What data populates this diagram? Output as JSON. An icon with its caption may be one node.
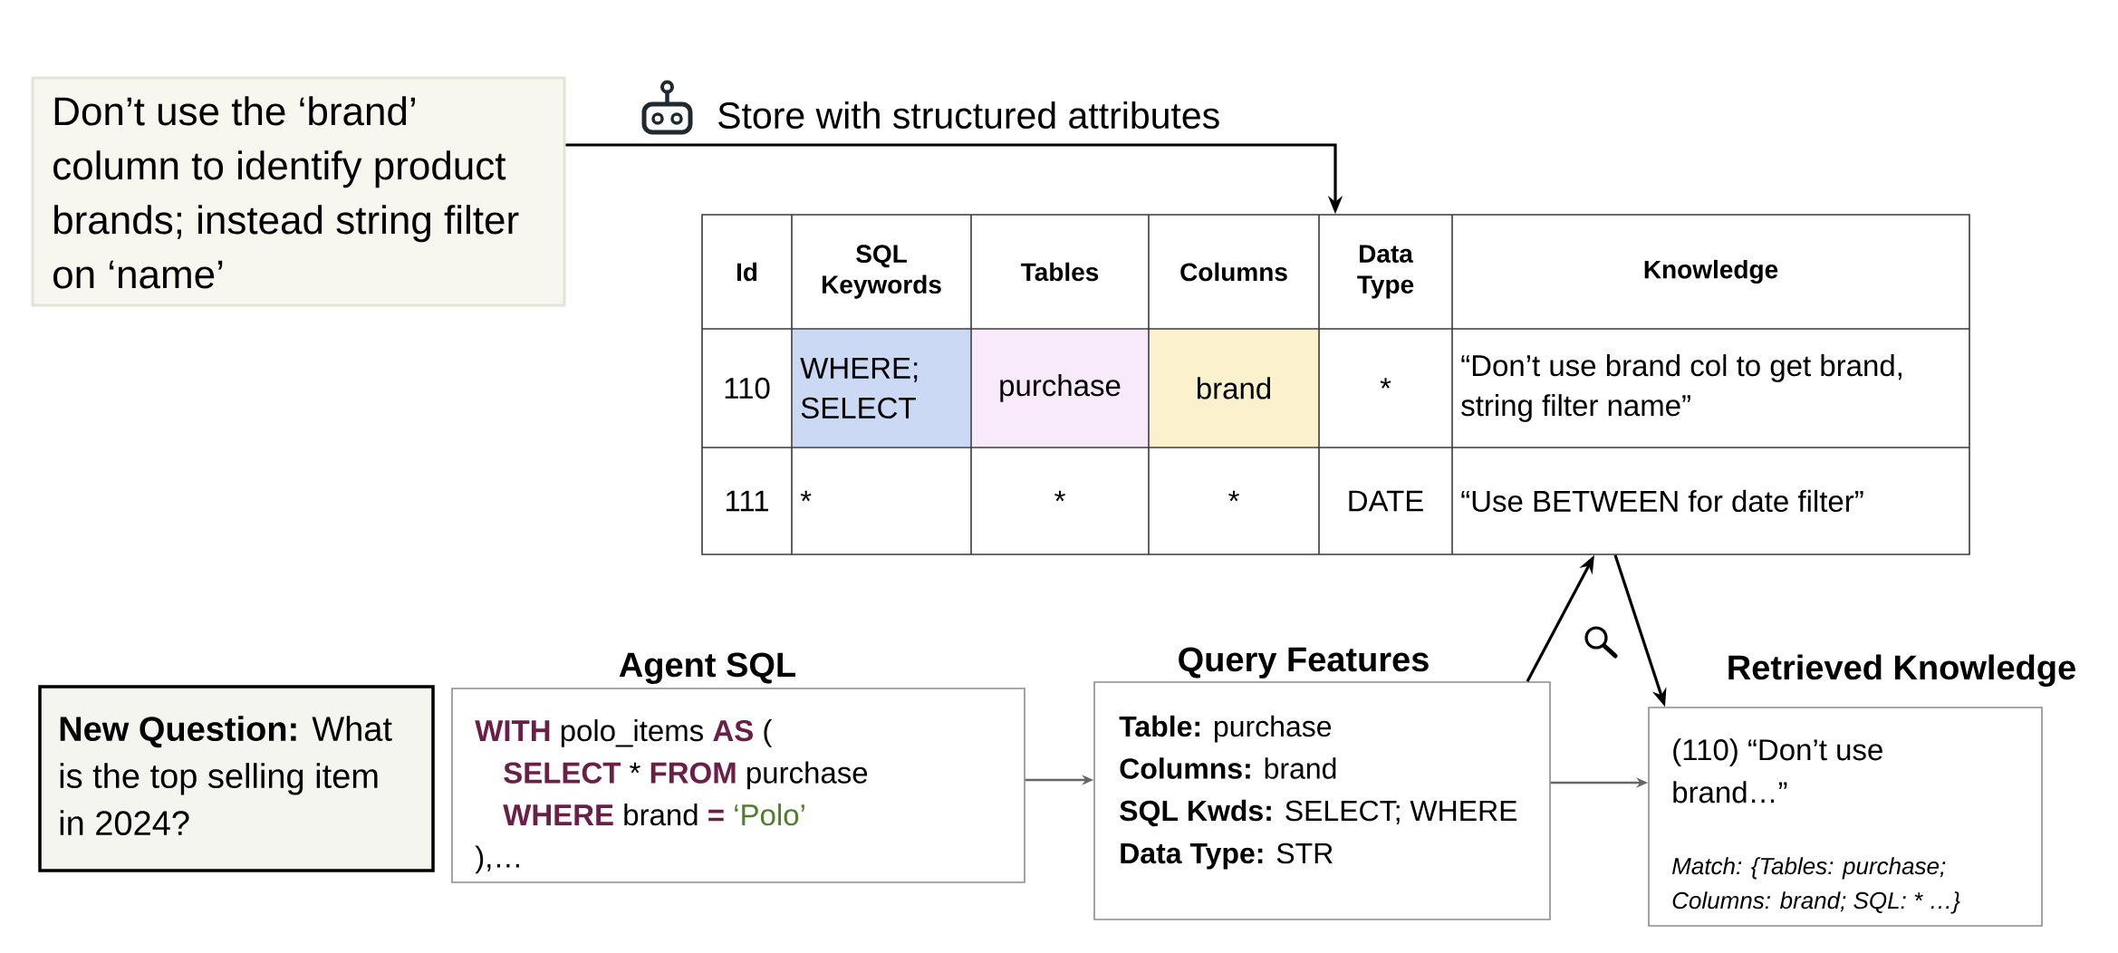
{
  "diagram": {
    "nodes": [
      {
        "text": [
          "Don’t use the ‘brand’ column to identify product brands; instead string filter on ‘name’"
        ]
      },
      {
        "text": [],
        "shape": "table"
      },
      {
        "text": [
          "**New Question:** What is the top selling item in 2024?"
        ]
      },
      {
        "text": [
          "Agent SQL",
          "**WITH** polo_items **AS** (",
          "**SELECT** * **FROM** purchase",
          "**WHERE** brand **=** ‘Polo’",
          "),…"
        ]
      },
      {
        "text": [
          "Query Features",
          "**Table:** purchase",
          "**Columns:** brand",
          "**SQL Kwds:** SELECT; WHERE",
          "**Data Type:** STR"
        ]
      },
      {
        "text": [
          "Retrieved Knowledge",
          "(110) “Don’t use brand…”",
          "Match: {Tables: purchase; Columns: brand; SQL: * …}"
        ]
      }
    ],
    "edges": [
      {
        "from": 0,
        "to": 1,
        "arrow": "to",
        "label": "Store with structured attributes"
      },
      {
        "from": 3,
        "to": 4,
        "arrow": "to",
        "color": "#666666"
      },
      {
        "from": 4,
        "to": 5,
        "arrow": "to",
        "color": "#666666"
      },
      {
        "from": 4,
        "to": 1,
        "arrow": "to"
      },
      {
        "from": 1,
        "to": 5,
        "arrow": "to"
      }
    ],
    "labels": [
      "Id",
      "SQL Keywords",
      "Tables",
      "Columns",
      "Data Type",
      "Knowledge",
      "110",
      "WHERE; SELECT",
      "purchase",
      "brand",
      "*",
      "“Don’t use brand col to get brand, string filter name”",
      "111",
      "*",
      "*",
      "*",
      "DATE",
      "“Use BETWEEN for date filter”"
    ]
  }
}
